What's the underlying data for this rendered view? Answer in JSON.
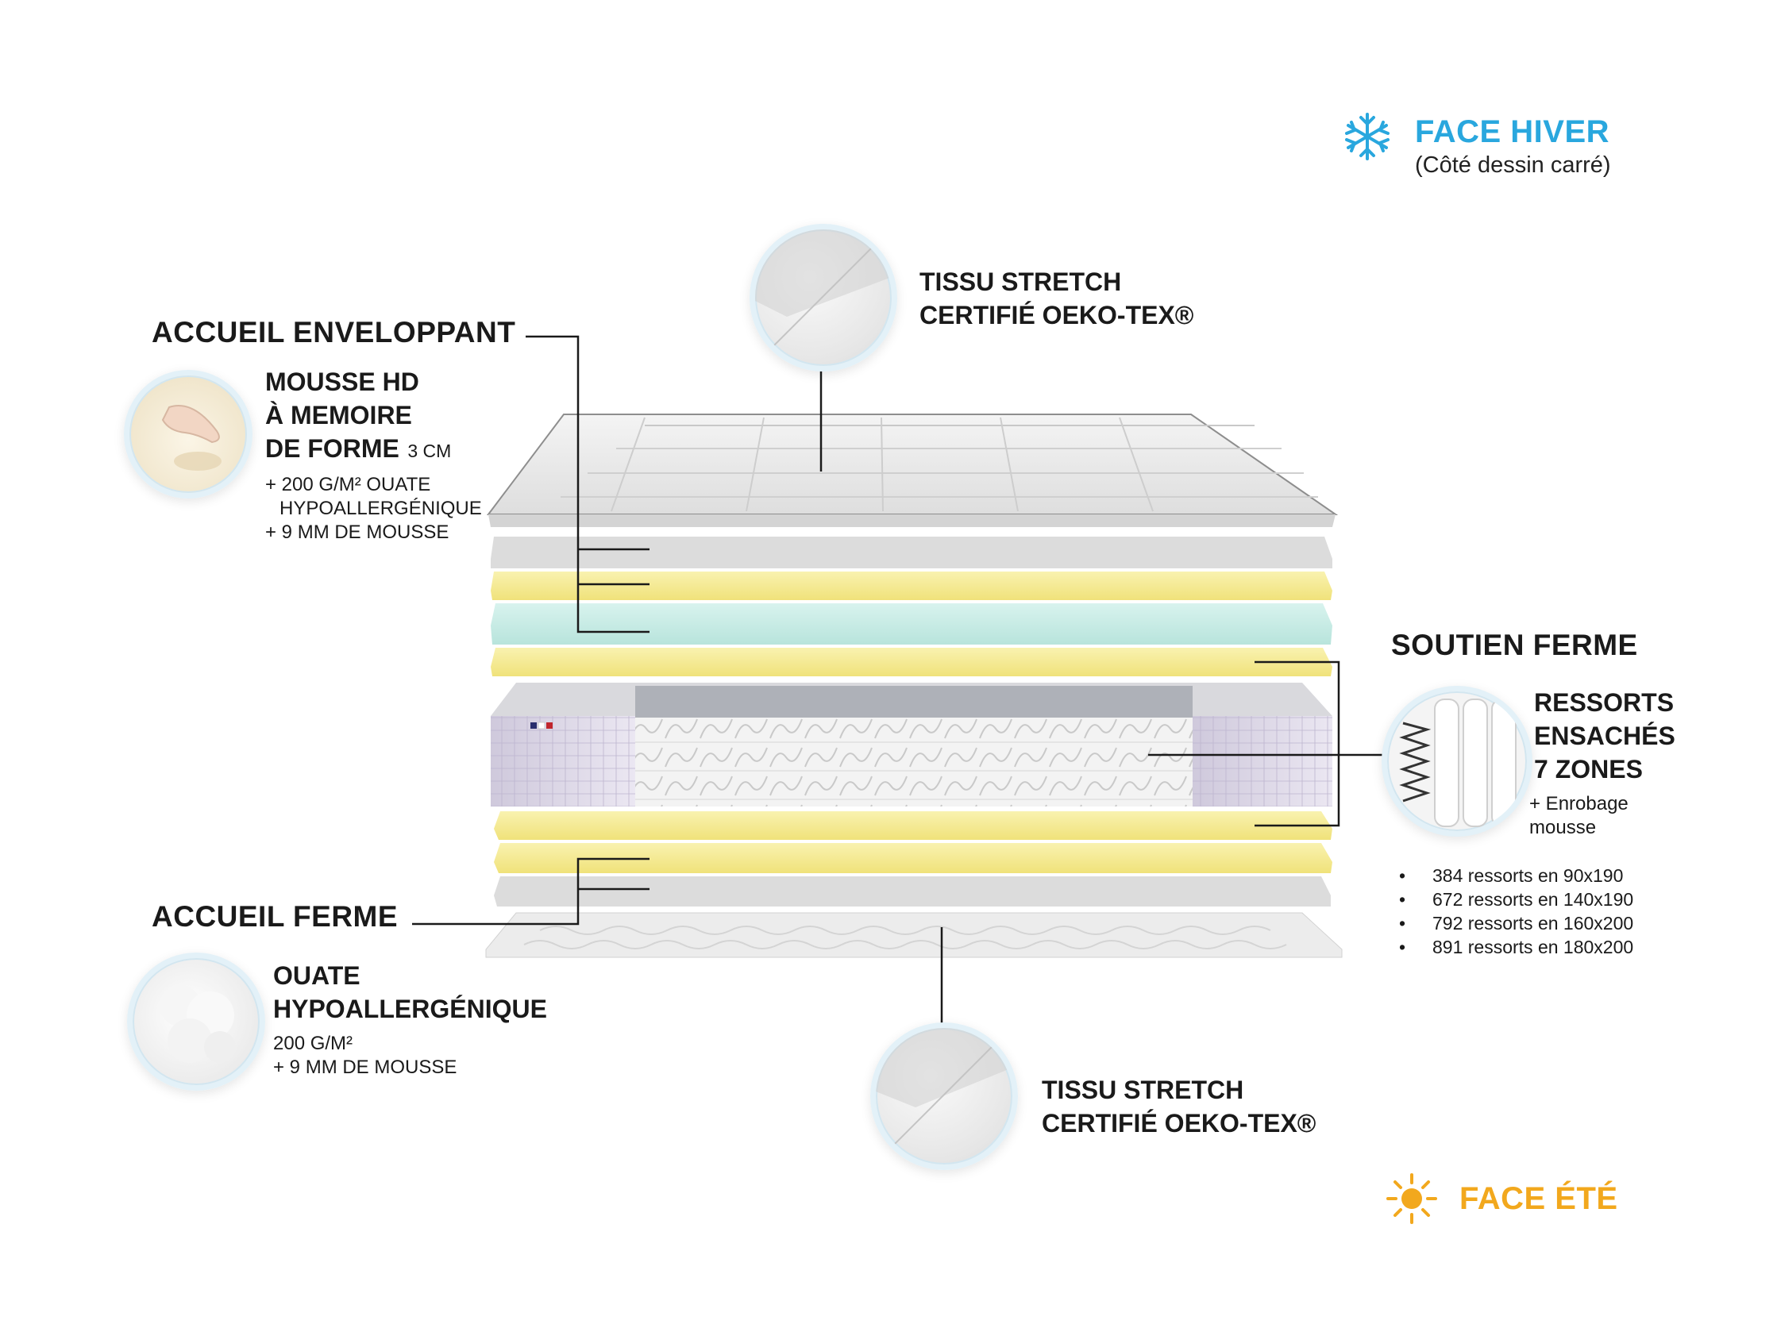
{
  "winter": {
    "title": "FACE HIVER",
    "subtitle": "(Côté dessin carré)",
    "icon": "snowflake-icon",
    "color": "#29a7de"
  },
  "summer": {
    "title": "FACE ÉTÉ",
    "icon": "sun-icon",
    "color": "#f2a81d"
  },
  "top_fabric": {
    "line1": "TISSU STRETCH",
    "line2": "CERTIFIÉ OEKO-TEX®"
  },
  "bottom_fabric": {
    "line1": "TISSU STRETCH",
    "line2": "CERTIFIÉ OEKO-TEX®"
  },
  "accueil_enveloppant": {
    "title": "ACCUEIL ENVELOPPANT",
    "line1": "MOUSSE HD",
    "line2": "À MEMOIRE",
    "line3": "DE FORME",
    "thickness": "3 CM",
    "detail1": "+ 200 G/M² OUATE",
    "detail2": "HYPOALLERGÉNIQUE",
    "detail3": "+ 9 MM DE MOUSSE"
  },
  "accueil_ferme": {
    "title": "ACCUEIL FERME",
    "line1": "OUATE",
    "line2": "HYPOALLERGÉNIQUE",
    "detail1": "200 G/M²",
    "detail2": "+ 9 MM DE MOUSSE"
  },
  "soutien_ferme": {
    "title": "SOUTIEN FERME",
    "line1": "RESSORTS",
    "line2": "ENSACHÉS",
    "line3": "7 ZONES",
    "detail1": "+ Enrobage",
    "detail2": "mousse",
    "springs": [
      "384 ressorts en 90x190",
      "672 ressorts en 140x190",
      "792 ressorts en 160x200",
      "891 ressorts en 180x200"
    ]
  },
  "colors": {
    "foam_yellow": "#f5ec9a",
    "memory_foam": "#c9ece6",
    "grey_layer": "#dcdcdc"
  }
}
